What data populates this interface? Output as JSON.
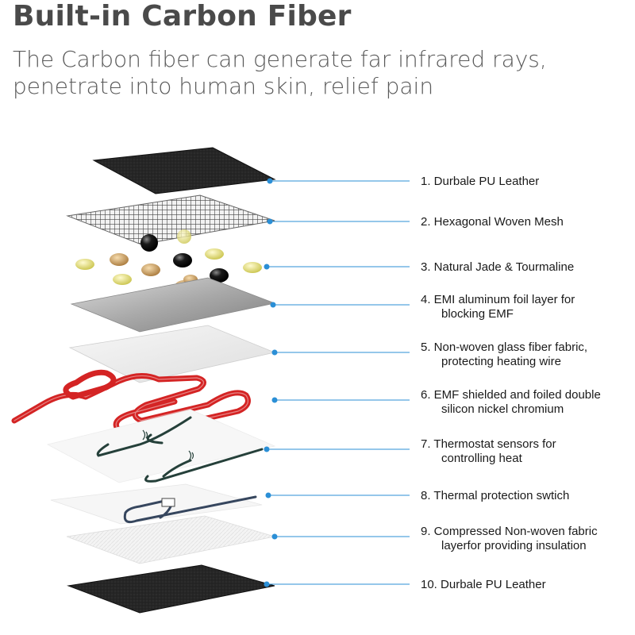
{
  "header": {
    "title": "Built-in Carbon Fiber",
    "subtitle": "The Carbon fiber can generate far infrared rays, penetrate into human skin, relief pain"
  },
  "layers": [
    {
      "lines": [
        "1.  Durbale PU Leather"
      ]
    },
    {
      "lines": [
        "2.  Hexagonal Woven Mesh"
      ]
    },
    {
      "lines": [
        "3.  Natural Jade & Tourmaline"
      ]
    },
    {
      "lines": [
        "4.  EMI aluminum foil layer for",
        "blocking EMF"
      ]
    },
    {
      "lines": [
        "5.  Non-woven glass fiber fabric,",
        "protecting heating wire"
      ]
    },
    {
      "lines": [
        "6.  EMF shielded and foiled double",
        "silicon nickel chromium"
      ]
    },
    {
      "lines": [
        "7.  Thermostat sensors for",
        "controlling heat"
      ]
    },
    {
      "lines": [
        "8.  Thermal protection swtich"
      ]
    },
    {
      "lines": [
        "9.  Compressed Non-woven fabric",
        "layerfor providing insulation"
      ]
    },
    {
      "lines": [
        "10. Durbale PU Leather"
      ]
    }
  ],
  "colors": {
    "leader": "#2b8fd6",
    "heating_wire": "#d42424",
    "sensor_wire": "#25403a",
    "leather": "#232323",
    "foil": "#b9b9b9"
  }
}
